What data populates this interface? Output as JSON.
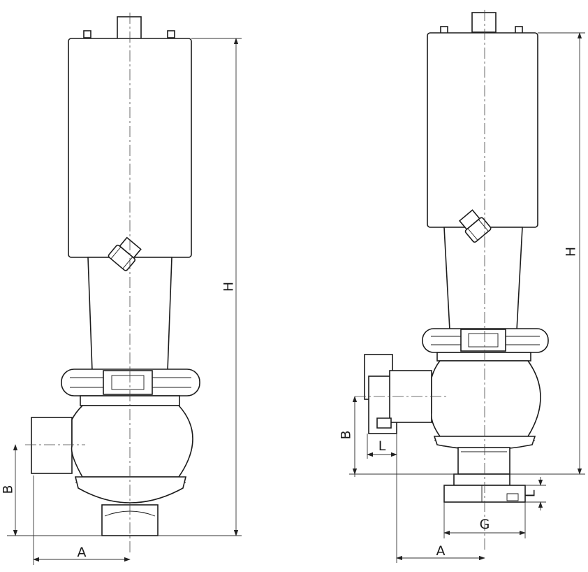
{
  "drawing": {
    "left_view": {
      "labels": {
        "A": "A",
        "B": "B",
        "H": "H"
      }
    },
    "right_view": {
      "labels": {
        "A": "A",
        "B": "B",
        "H": "H",
        "L_side": "L",
        "G": "G",
        "L_bottom": "L"
      }
    }
  }
}
